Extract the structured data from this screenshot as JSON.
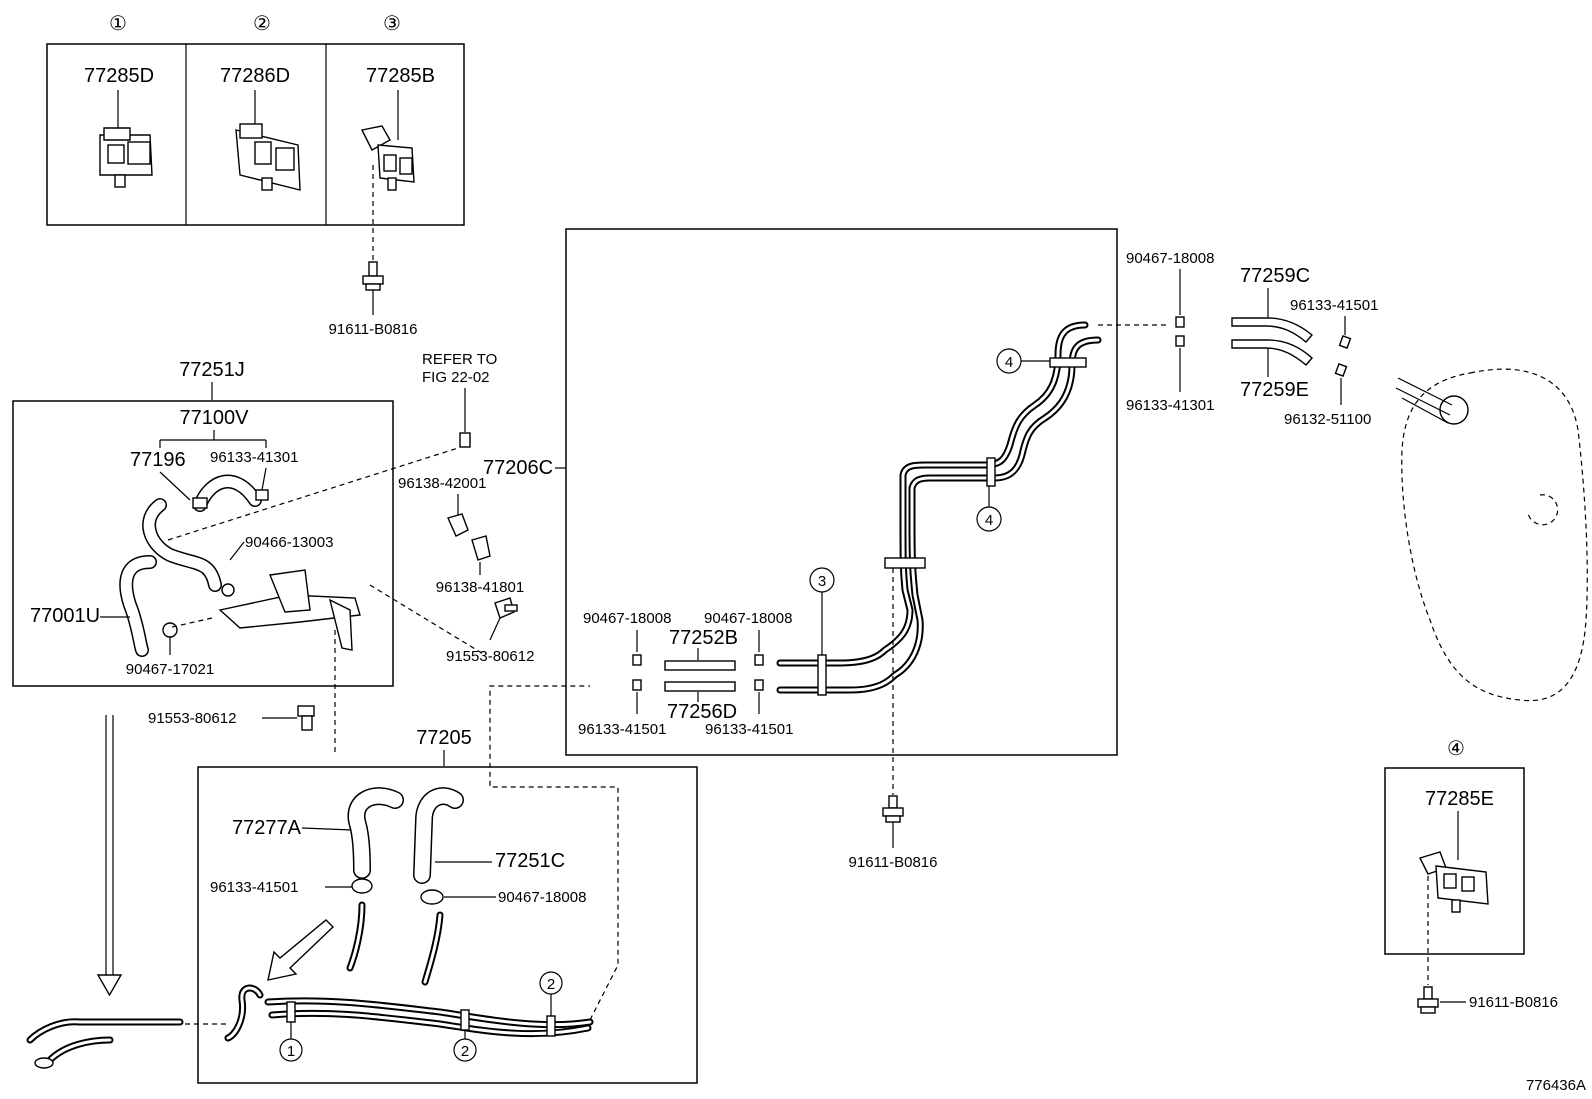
{
  "diagram_id": "776436A",
  "index_labels": {
    "c1": "①",
    "c2": "②",
    "c3": "③",
    "c4": "④",
    "n1": "1",
    "n2": "2",
    "n3": "3",
    "n4": "4"
  },
  "parts": {
    "p77285D": "77285D",
    "p77286D": "77286D",
    "p77285B": "77285B",
    "p91611_top": "91611-B0816",
    "p77251J": "77251J",
    "p77100V": "77100V",
    "p77196": "77196",
    "p96133_41301_a": "96133-41301",
    "p90466": "90466-13003",
    "p77001U": "77001U",
    "p90467_17021": "90467-17021",
    "refer_line1": "REFER TO",
    "refer_line2": "FIG 22-02",
    "p77206C": "77206C",
    "p96138_42001": "96138-42001",
    "p96138_41801": "96138-41801",
    "p91553_a": "91553-80612",
    "p91553_b": "91553-80612",
    "p77205": "77205",
    "p77277A": "77277A",
    "p77251C": "77251C",
    "p96133_41501_c": "96133-41501",
    "p90467_18008_c": "90467-18008",
    "p90467_18008_m1": "90467-18008",
    "p90467_18008_m2": "90467-18008",
    "p77252B": "77252B",
    "p77256D": "77256D",
    "p96133_41501_m1": "96133-41501",
    "p96133_41501_m2": "96133-41501",
    "p91611_mid": "91611-B0816",
    "p90467_18008_r": "90467-18008",
    "p77259C": "77259C",
    "p96133_41501_r": "96133-41501",
    "p96133_41301_r": "96133-41301",
    "p77259E": "77259E",
    "p96132_51100": "96132-51100",
    "p77285E": "77285E",
    "p91611_br": "91611-B0816"
  }
}
